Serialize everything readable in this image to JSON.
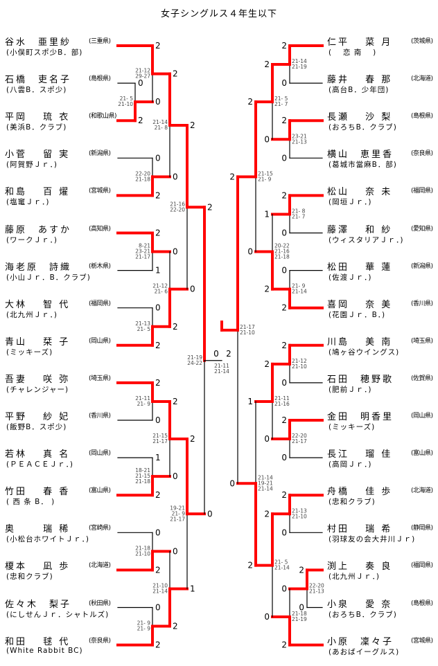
{
  "title": "女子シングルス４年生以下",
  "colors": {
    "winner_line": "#ff0000",
    "loser_line": "#000000"
  },
  "left": {
    "players": [
      {
        "name": "谷水　亜里紗",
        "pref": "(三重県)",
        "club": "(小俣町スポ少B．部)"
      },
      {
        "name": "石橋　吏名子",
        "pref": "(島根県)",
        "club": "(八雲B．スポ少)"
      },
      {
        "name": "平岡　 琉 衣",
        "pref": "(和歌山県)",
        "club": "(美浜B．クラブ)"
      },
      {
        "name": "小菅　 留 実",
        "pref": "(新潟県)",
        "club": "(阿賀野Ｊｒ．)"
      },
      {
        "name": "和島　 百 燿",
        "pref": "(宮城県)",
        "club": "(塩竃Ｊｒ．)"
      },
      {
        "name": "藤原　あすか",
        "pref": "(高知県)",
        "club": "(ワークＪｒ．)"
      },
      {
        "name": "海老原　詩織",
        "pref": "(栃木県)",
        "club": "(小山Ｊｒ．B．クラブ)"
      },
      {
        "name": "大林　 智 代",
        "pref": "(福岡県)",
        "club": "(北九州Ｊｒ．)"
      },
      {
        "name": "青山　 栞 子",
        "pref": "(岡山県)",
        "club": "(ミッキーズ)"
      },
      {
        "name": "吾妻　 咲 弥",
        "pref": "(埼玉県)",
        "club": "(チャレンジャー)"
      },
      {
        "name": "平野　 紗 妃",
        "pref": "(香川県)",
        "club": "(飯野B．スポ少)"
      },
      {
        "name": "若林　 真 名",
        "pref": "(岡山県)",
        "club": "(ＰＥＡＣＥＪｒ．)"
      },
      {
        "name": "竹田　 春 香",
        "pref": "(富山県)",
        "club": "( 西 条 B． )"
      },
      {
        "name": "奥　　 瑞 稀",
        "pref": "(宮崎県)",
        "club": "(小松台ホワイトＪｒ．)"
      },
      {
        "name": "榎本　 凪 歩",
        "pref": "(北海道)",
        "club": "(忠和クラブ)"
      },
      {
        "name": "佐々木　梨子",
        "pref": "(秋田県)",
        "club": "(にしせんＪｒ．シャトルズ)"
      },
      {
        "name": "和田　 毬 代",
        "pref": "(奈良県)",
        "club": "(White Rabbit BC)"
      }
    ]
  },
  "right": {
    "players": [
      {
        "name": "仁平　 菜 月",
        "pref": "(茨城県)",
        "club": "(　 恋 南 　)"
      },
      {
        "name": "藤井　 春 那",
        "pref": "(北海道)",
        "club": "(高台B．少年団)"
      },
      {
        "name": "長瀬　 沙 梨",
        "pref": "(島根県)",
        "club": "(おろちB．クラブ)"
      },
      {
        "name": "横山　恵里香",
        "pref": "(奈良県)",
        "club": "(葛城市當麻B．部)"
      },
      {
        "name": "松山　 奈 未",
        "pref": "(福岡県)",
        "club": "(岡垣Ｊｒ．)"
      },
      {
        "name": "藤澤　 和 紗",
        "pref": "(愛知県)",
        "club": "(ウィスタリアＪｒ．)"
      },
      {
        "name": "松田　 華 蓮",
        "pref": "(新潟県)",
        "club": "(佐渡Ｊｒ．)"
      },
      {
        "name": "喜岡　 奈 美",
        "pref": "(香川県)",
        "club": "(花園Ｊｒ．B．)"
      },
      {
        "name": "川島　 美 南",
        "pref": "(埼玉県)",
        "club": "(鳩ヶ谷ウイングス)"
      },
      {
        "name": "石田　穂野歌",
        "pref": "(佐賀県)",
        "club": "(肥前Ｊｒ．)"
      },
      {
        "name": "金田　明香里",
        "pref": "(岡山県)",
        "club": "(ミッキーズ)"
      },
      {
        "name": "長江　 瑠 佳",
        "pref": "(富山県)",
        "club": "(高岡Ｊｒ．)"
      },
      {
        "name": "舟橋　 佳 歩",
        "pref": "(北海道)",
        "club": "(忠和クラブ)"
      },
      {
        "name": "村田　 瑞 希",
        "pref": "(静岡県)",
        "club": "(羽球友の会大井川Ｊｒ)"
      },
      {
        "name": "渕上　 奏 良",
        "pref": "(福岡県)",
        "club": "(北九州Ｊｒ．)"
      },
      {
        "name": "小泉　 愛 奈",
        "pref": "(島根県)",
        "club": "(おろちB．クラブ)"
      },
      {
        "name": "小原　凜々子",
        "pref": "(宮城県)",
        "club": "(あおばイーグルス)"
      }
    ]
  },
  "matches": {
    "A": {
      "games": [
        "21- 5",
        "21-10"
      ],
      "scores": [
        "0",
        "2"
      ],
      "winner": 1
    },
    "B": {
      "games": [
        "21-12",
        "29-27"
      ],
      "scores": [
        "2",
        "0"
      ],
      "winner": 0
    },
    "C": {
      "games": [
        "22-20",
        "21-18"
      ],
      "scores": [
        "0",
        "2"
      ],
      "winner": 1
    },
    "D": {
      "games": [
        "21-14",
        "21- 8"
      ],
      "scores": [
        "2",
        "0"
      ],
      "winner": 0
    },
    "E": {
      "games": [
        "8-21",
        "23-21",
        "21-17"
      ],
      "scores": [
        "2",
        "1"
      ],
      "winner": 0
    },
    "F": {
      "games": [
        "21-13",
        "21- 5"
      ],
      "scores": [
        "0",
        "2"
      ],
      "winner": 1
    },
    "G": {
      "games": [
        "21-12",
        "21- 6"
      ],
      "scores": [
        "0",
        "2"
      ],
      "winner": 1
    },
    "H": {
      "games": [
        "21-16",
        "22-20"
      ],
      "scores": [
        "2",
        "0"
      ],
      "winner": 0
    },
    "I": {
      "games": [
        "21-11",
        "21- 9"
      ],
      "scores": [
        "2",
        "0"
      ],
      "winner": 0
    },
    "J": {
      "games": [
        "18-21",
        "21-15",
        "21-18"
      ],
      "scores": [
        "1",
        "2"
      ],
      "winner": 1
    },
    "K": {
      "games": [
        "21-15",
        "21-17"
      ],
      "scores": [
        "2",
        "0"
      ],
      "winner": 0
    },
    "L": {
      "games": [
        "21-18",
        "21-10"
      ],
      "scores": [
        "0",
        "2"
      ],
      "winner": 1
    },
    "M": {
      "games": [
        "21- 9",
        "21- 9"
      ],
      "scores": [
        "0",
        "2"
      ],
      "winner": 1
    },
    "N": {
      "games": [
        "21-10",
        "21-14"
      ],
      "scores": [
        "0",
        "2"
      ],
      "winner": 1
    },
    "O": {
      "games": [
        "19-21",
        "21- 9",
        "21-17"
      ],
      "scores": [
        "2",
        "1"
      ],
      "winner": 0
    },
    "P": {
      "games": [
        "21-19",
        "24-22"
      ],
      "scores": [
        "2",
        "0"
      ],
      "winner": 0
    },
    "a": {
      "games": [
        "21-14",
        "21-19"
      ],
      "scores": [
        "2",
        "0"
      ],
      "winner": 0
    },
    "b": {
      "games": [
        "23-21",
        "21-13"
      ],
      "scores": [
        "2",
        "0"
      ],
      "winner": 0
    },
    "c": {
      "games": [
        "21- 5",
        "21- 7"
      ],
      "scores": [
        "2",
        "0"
      ],
      "winner": 0
    },
    "d": {
      "games": [
        "21- 8",
        "21- 7"
      ],
      "scores": [
        "2",
        "0"
      ],
      "winner": 0
    },
    "e": {
      "games": [
        "21- 9",
        "21-14"
      ],
      "scores": [
        "0",
        "2"
      ],
      "winner": 1
    },
    "f": {
      "games": [
        "20-22",
        "21-16",
        "21-18"
      ],
      "scores": [
        "1",
        "2"
      ],
      "winner": 1
    },
    "g": {
      "games": [
        "21-15",
        "21- 9"
      ],
      "scores": [
        "2",
        "0"
      ],
      "winner": 0
    },
    "h": {
      "games": [
        "21-12",
        "21-10"
      ],
      "scores": [
        "2",
        "0"
      ],
      "winner": 0
    },
    "i": {
      "games": [
        "22-20",
        "21-17"
      ],
      "scores": [
        "2",
        "0"
      ],
      "winner": 0
    },
    "j": {
      "games": [
        "21-11",
        "21-16"
      ],
      "scores": [
        "2",
        "0"
      ],
      "winner": 0
    },
    "k": {
      "games": [
        "21-13",
        "21-10"
      ],
      "scores": [
        "2",
        "0"
      ],
      "winner": 0
    },
    "l": {
      "games": [
        "22-20",
        "21-13"
      ],
      "scores": [
        "2",
        "0"
      ],
      "winner": 0
    },
    "m": {
      "games": [
        "21-18",
        "21-19"
      ],
      "scores": [
        "0",
        "2"
      ],
      "winner": 1
    },
    "n": {
      "games": [
        "21- 5",
        "21-14"
      ],
      "scores": [
        "2",
        "0"
      ],
      "winner": 0
    },
    "o": {
      "games": [
        "21-14",
        "19-21",
        "21-14"
      ],
      "scores": [
        "1",
        "2"
      ],
      "winner": 1
    },
    "p": {
      "games": [
        "21-17",
        "21-10"
      ],
      "scores": [
        "2",
        "0"
      ],
      "winner": 0
    },
    "final": {
      "games": [
        "21-11",
        "21-14"
      ],
      "scores": [
        "0",
        "2"
      ],
      "winner": 1
    }
  }
}
